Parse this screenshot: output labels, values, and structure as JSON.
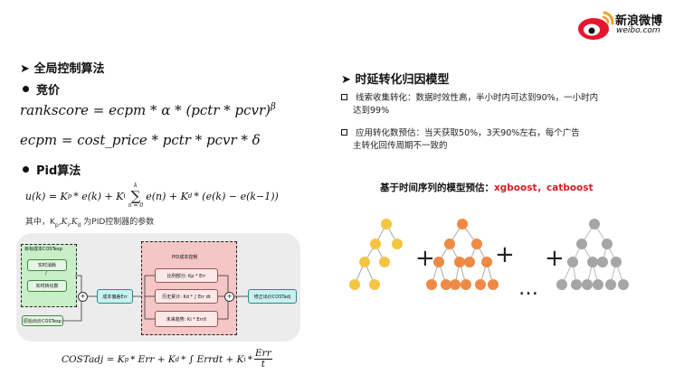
{
  "logo": {
    "name": "新浪微博",
    "url": "weibo.com"
  },
  "left": {
    "section_title": "全局控制算法",
    "bidding_title": "竞价",
    "rankscore_formula": "rankscore = ecpm * α * (pctr * pcvr)",
    "rankscore_exponent": "β",
    "ecpm_formula": "ecpm = cost_price * pctr * pcvr * δ",
    "pid_title": "Pid算法",
    "pid_formula_lhs": "u(k) = K",
    "pid_formula_rest": "* e(k) + K",
    "pid_formula_sum": "∑",
    "pid_formula_sum_top": "k",
    "pid_formula_sum_bottom": "n = 0",
    "pid_formula_tail": "e(n) + K",
    "pid_formula_end": "* (e(k) − e(k−1))",
    "pid_note": "其中，K",
    "pid_note_tail": "为PID控制器的参数",
    "costadj_formula": "COSTadj = K",
    "costadj_mid": "* Err + K",
    "costadj_int": "* ∫ Errdt + K",
    "costadj_frac_num": "Err",
    "costadj_frac_den": "t"
  },
  "diagram": {
    "green_title": "目标成本COSTexp",
    "box_realtime_consume": "实时消耗",
    "box_realtime_convert": "实时转化数",
    "box_original_cost": "原始出价COSTexp",
    "box_cost_error": "成本偏差Err",
    "pink_title": "PID成本控制",
    "box_proportional": "比例部分: Kp * Err",
    "box_integral": "历史累计: Kd * ∫ Err dt",
    "box_derivative": "未来趋势: Ki * Err/t",
    "box_output": "修正出价COSTadj",
    "sum_symbol": "+",
    "slash": "/"
  },
  "right": {
    "section_title": "时延转化归因模型",
    "bullet1_line1": "线索收集转化：数据时效性高，半小时内可达到90%，一小时内",
    "bullet1_line2": "达到99%",
    "bullet2_line1": "应用转化数预估：当天获取50%，3天90%左右，每个广告",
    "bullet2_line2": "主转化回传周期不一致的",
    "model_caption_prefix": "基于时间序列的模型预估：",
    "model_caption_highlight": "xgboost，catboost",
    "plus": "+",
    "ellipsis": "…"
  },
  "colors": {
    "tree1": "#f5c542",
    "tree2": "#ee8a45",
    "tree3": "#a6a6a6",
    "highlight": "#d32020",
    "diagram_green": "#c8efc8",
    "diagram_pink": "#f5c6c6"
  }
}
